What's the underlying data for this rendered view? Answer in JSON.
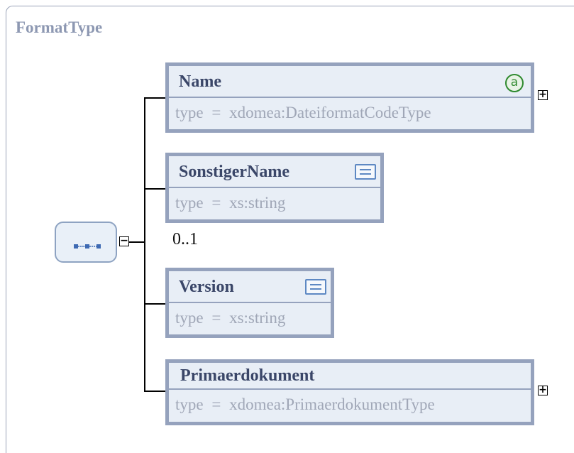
{
  "complex_type": {
    "title": "FormatType"
  },
  "elements": [
    {
      "name": "Name",
      "type_label": "type",
      "type_eq": "=",
      "type_value": "xdomea:DateiformatCodeType",
      "attr_icon": "a",
      "expand": "+"
    },
    {
      "name": "SonstigerName",
      "type_label": "type",
      "type_eq": "=",
      "type_value": "xs:string",
      "cardinality": "0..1"
    },
    {
      "name": "Version",
      "type_label": "type",
      "type_eq": "=",
      "type_value": "xs:string"
    },
    {
      "name": "Primaerdokument",
      "type_label": "type",
      "type_eq": "=",
      "type_value": "xdomea:PrimaerdokumentType",
      "expand": "+"
    }
  ],
  "sequence": {
    "collapse": "−"
  },
  "icons": {
    "attribute": "attribute-icon",
    "documentation": "documentation-icon",
    "sequence": "sequence-compositor-icon",
    "expand": "expand-icon",
    "collapse": "collapse-icon"
  },
  "colors": {
    "box_fill": "#e8eef6",
    "box_border": "#95a2bd",
    "name_text": "#3a4668",
    "type_text": "#a0a7b7",
    "title_text": "#8d98b2"
  }
}
